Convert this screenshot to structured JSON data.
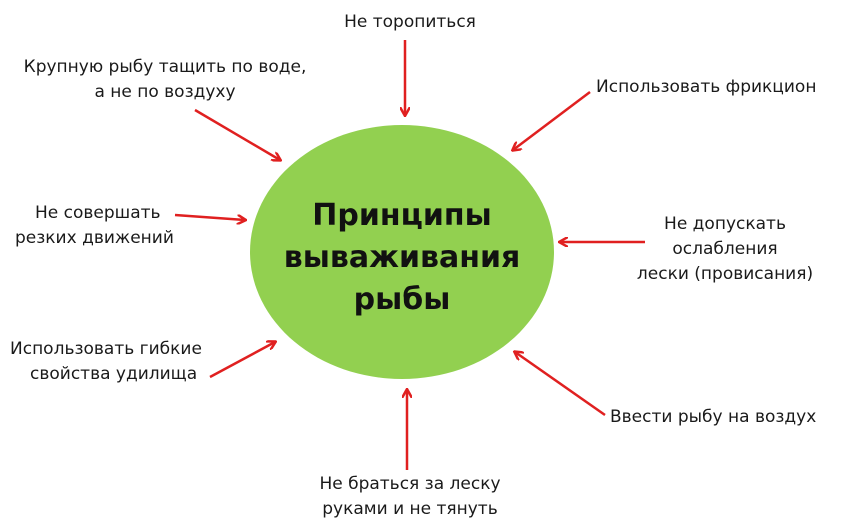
{
  "center_title": [
    "Принципы",
    "вываживания",
    "рыбы"
  ],
  "colors": {
    "circle": "#92d050",
    "arrow": "#e02020"
  },
  "principles": {
    "top": [
      "Не торопиться"
    ],
    "top_left": [
      "Крупную рыбу тащить по воде,",
      "а не по воздуху"
    ],
    "top_right": [
      "Использовать фрикцион"
    ],
    "left": [
      "Не совершать",
      "резких движений"
    ],
    "right": [
      "Не допускать",
      "ослабления",
      "лески (провисания)"
    ],
    "bottom_left": [
      "Использовать гибкие",
      "свойства удилища"
    ],
    "bottom_right": [
      "Ввести рыбу на воздух"
    ],
    "bottom": [
      "Не браться за леску",
      "руками и не тянуть"
    ]
  }
}
